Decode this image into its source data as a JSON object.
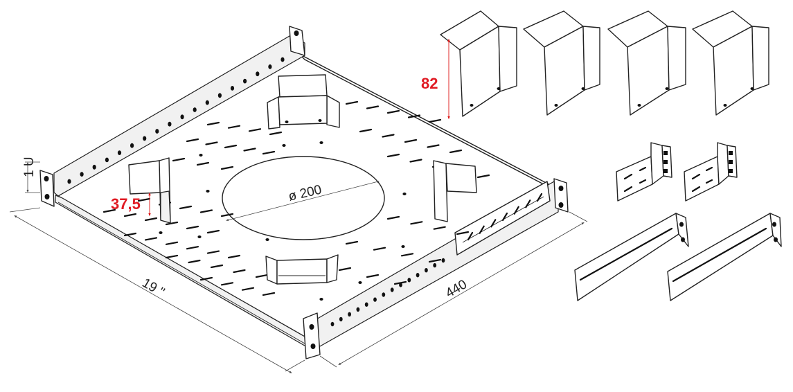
{
  "dimensions": {
    "rack_units": "1 U",
    "width_inch": "19 ''",
    "depth": "440",
    "hole_diameter": "ø 200",
    "bracket_height": "82",
    "small_bracket_height": "37,5"
  },
  "colors": {
    "line": "#222222",
    "highlight_dimension": "#e01b24",
    "background": "#ffffff"
  }
}
